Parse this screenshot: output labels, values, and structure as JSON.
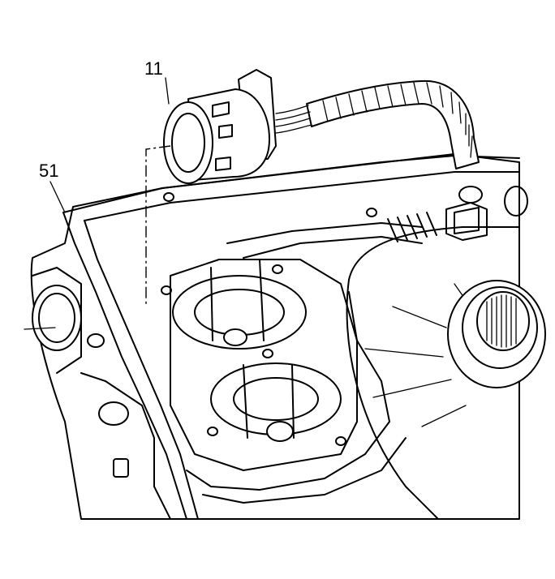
{
  "callouts": [
    {
      "id": "11",
      "label": "11"
    },
    {
      "id": "51",
      "label": "51"
    }
  ],
  "colors": {
    "stroke": "#000000",
    "background": "#ffffff"
  }
}
